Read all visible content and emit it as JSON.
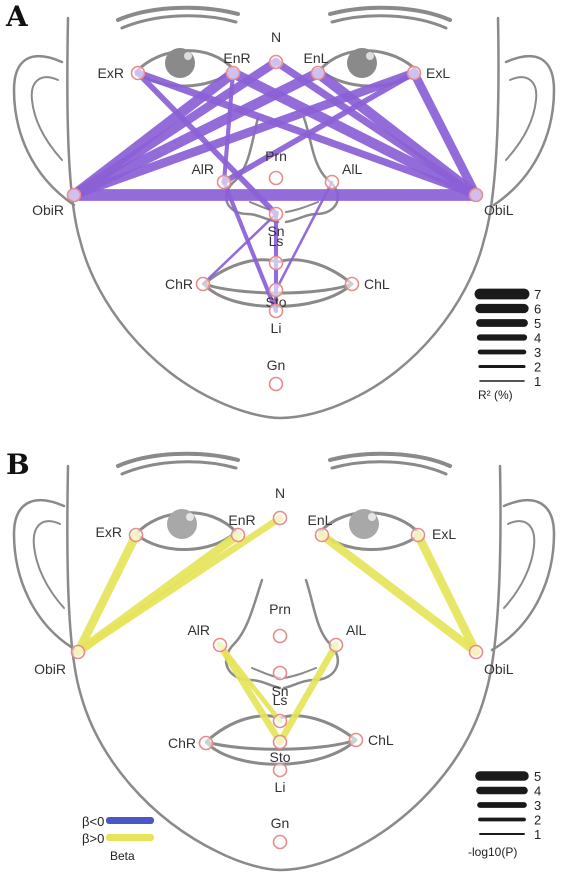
{
  "panels": [
    {
      "id": "A",
      "letter": "A",
      "edge_color": "#8b5fd6",
      "landmarks": {
        "N": "N",
        "ExR": "ExR",
        "EnR": "EnR",
        "EnL": "EnL",
        "ExL": "ExL",
        "Prn": "Prn",
        "AlR": "AlR",
        "AlL": "AlL",
        "ObiR": "ObiR",
        "ObiL": "ObiL",
        "Sn": "Sn",
        "Ls": "Ls",
        "ChR": "ChR",
        "ChL": "ChL",
        "Sto": "Sto",
        "Li": "Li",
        "Gn": "Gn"
      },
      "edges": [
        {
          "from": "ObiR",
          "to": "ObiL",
          "r2": 7
        },
        {
          "from": "ObiR",
          "to": "N",
          "r2": 5
        },
        {
          "from": "ObiR",
          "to": "EnR",
          "r2": 6
        },
        {
          "from": "ObiR",
          "to": "EnL",
          "r2": 6
        },
        {
          "from": "ObiR",
          "to": "ExL",
          "r2": 5
        },
        {
          "from": "ObiL",
          "to": "ExR",
          "r2": 4
        },
        {
          "from": "ObiL",
          "to": "EnR",
          "r2": 6
        },
        {
          "from": "ObiL",
          "to": "N",
          "r2": 4
        },
        {
          "from": "ObiL",
          "to": "EnL",
          "r2": 6
        },
        {
          "from": "ObiL",
          "to": "ExL",
          "r2": 5
        },
        {
          "from": "ExR",
          "to": "Sn",
          "r2": 3
        },
        {
          "from": "ExL",
          "to": "AlR",
          "r2": 3
        },
        {
          "from": "EnR",
          "to": "AlR",
          "r2": 2
        },
        {
          "from": "AlR",
          "to": "Li",
          "r2": 2
        },
        {
          "from": "Sn",
          "to": "Li",
          "r2": 2
        },
        {
          "from": "AlL",
          "to": "Sto",
          "r2": 1
        },
        {
          "from": "ChR",
          "to": "Sn",
          "r2": 1
        }
      ],
      "legend": {
        "levels": [
          7,
          6,
          5,
          4,
          3,
          2,
          1
        ],
        "title": "R² (%)"
      }
    },
    {
      "id": "B",
      "letter": "B",
      "edge_color": "#e6e45a",
      "landmarks": {
        "N": "N",
        "ExR": "ExR",
        "EnR": "EnR",
        "EnL": "EnL",
        "ExL": "ExL",
        "Prn": "Prn",
        "AlR": "AlR",
        "AlL": "AlL",
        "ObiR": "ObiR",
        "ObiL": "ObiL",
        "Sn": "Sn",
        "Ls": "Ls",
        "ChR": "ChR",
        "ChL": "ChL",
        "Sto": "Sto",
        "Li": "Li",
        "Gn": "Gn"
      },
      "edges": [
        {
          "from": "ObiR",
          "to": "ExR",
          "p": 4
        },
        {
          "from": "ObiR",
          "to": "EnR",
          "p": 4
        },
        {
          "from": "ObiR",
          "to": "N",
          "p": 3
        },
        {
          "from": "ObiL",
          "to": "EnL",
          "p": 4
        },
        {
          "from": "ObiL",
          "to": "ExL",
          "p": 4
        },
        {
          "from": "AlR",
          "to": "Sto",
          "p": 3
        },
        {
          "from": "AlL",
          "to": "Sto",
          "p": 3
        },
        {
          "from": "AlR",
          "to": "Ls",
          "p": 2
        }
      ],
      "beta_legend": {
        "neg_label": "β<0",
        "pos_label": "β>0",
        "neg_color": "#4c57c7",
        "pos_color": "#e6e45a",
        "title": "Beta"
      },
      "legend": {
        "levels": [
          5,
          4,
          3,
          2,
          1
        ],
        "title": "-log10(P)"
      }
    }
  ]
}
